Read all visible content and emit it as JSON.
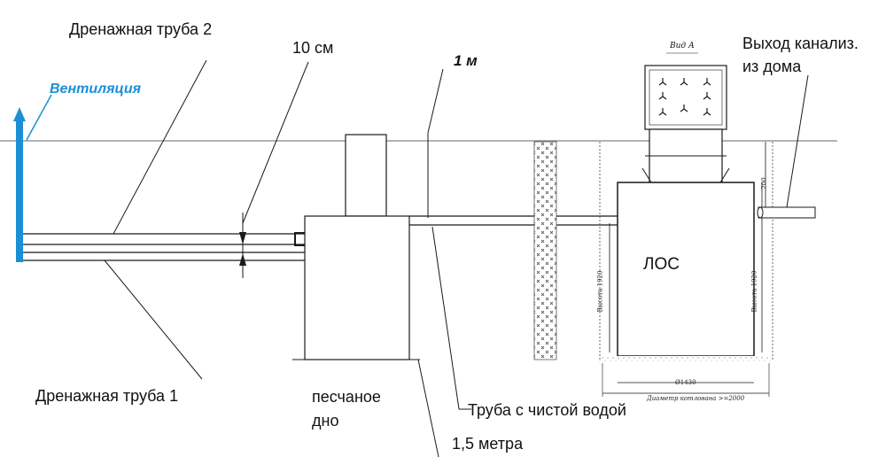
{
  "labels": {
    "drain_pipe_2": "Дренажная труба 2",
    "drain_pipe_1": "Дренажная труба 1",
    "ten_cm": "10 см",
    "one_m": "1 м",
    "ventilation": "Вентиляция",
    "sewer_outlet_line1": "Выход канализ.",
    "sewer_outlet_line2": "из дома",
    "los": "ЛОС",
    "sand_bottom_line1": "песчаное",
    "sand_bottom_line2": "дно",
    "clean_water_pipe": "Труба с чистой водой",
    "depth_1_5": "1,5 метра",
    "view_a": "Вид А",
    "dim_diameter": "Ø1430",
    "dim_pit": "Диаметр котлована >=2000",
    "dim_height_left": "Высота 1920",
    "dim_height_right": "Высота 1920",
    "dim_top": "200"
  },
  "colors": {
    "ventilation": "#1b8fd6",
    "line": "#1a1a1a"
  }
}
